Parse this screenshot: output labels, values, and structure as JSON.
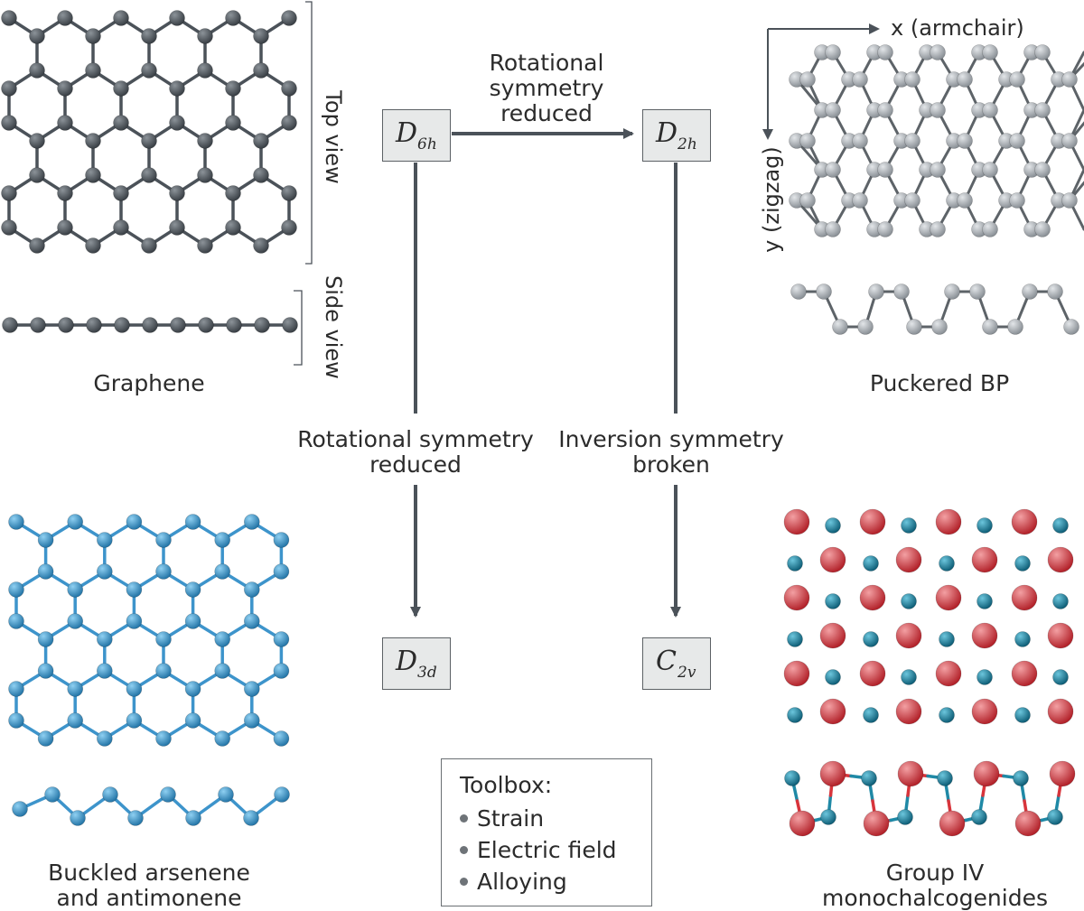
{
  "labels": {
    "graphene": "Graphene",
    "puckered": "Puckered BP",
    "buckled_line1": "Buckled arsenene",
    "buckled_line2": "and antimonene",
    "group_line1": "Group IV",
    "group_line2": "monochalcogenides",
    "top_view": "Top view",
    "side_view": "Side view",
    "x_axis": "x (armchair)",
    "y_axis": "y (zigzag)"
  },
  "arrows": {
    "top_line1": "Rotational",
    "top_line2": "symmetry",
    "top_line3": "reduced",
    "left_line1": "Rotational symmetry",
    "left_line2": "reduced",
    "right_line1": "Inversion symmetry",
    "right_line2": "broken"
  },
  "symmetry": {
    "d6h": {
      "main": "D",
      "sub": "6h"
    },
    "d2h": {
      "main": "D",
      "sub": "2h"
    },
    "d3d": {
      "main": "D",
      "sub": "3d"
    },
    "c2v": {
      "main": "C",
      "sub": "2v"
    }
  },
  "toolbox": {
    "title": "Toolbox:",
    "items": [
      "Strain",
      "Electric field",
      "Alloying"
    ]
  },
  "colors": {
    "graphene": "#4b5259",
    "bp": "#a7adb3",
    "buckled": "#3d94cb",
    "mono_red": "#d8343b",
    "mono_teal": "#1f89a6",
    "arrow": "#4b5259"
  }
}
